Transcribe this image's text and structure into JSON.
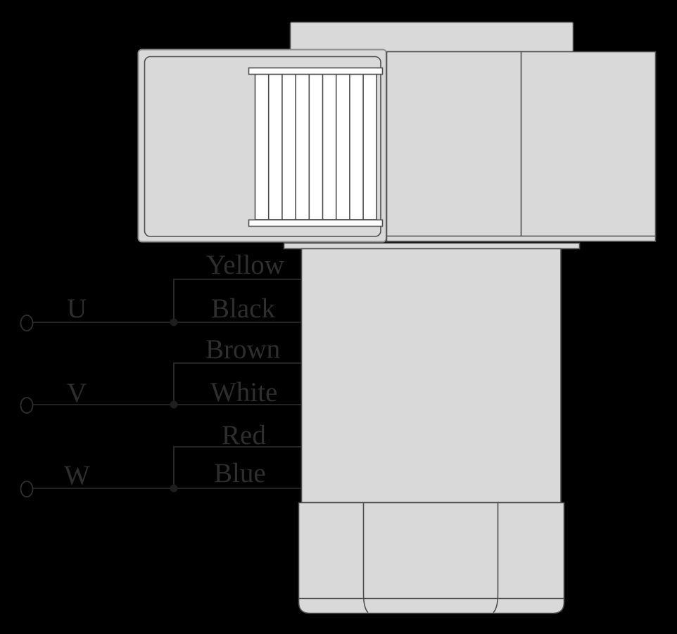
{
  "colors": {
    "background": "#000000",
    "body_fill": "#d9d9d9",
    "body_outline": "#4d4d4d",
    "outer_edge": "#8f8f8f",
    "grille_fill": "#ffffff",
    "wire_color": "#2f2f2f",
    "label_color": "#2e2e2e"
  },
  "wiring": {
    "rows": [
      {
        "terminal": "U",
        "upper_wire": "Yellow",
        "lower_wire": "Black"
      },
      {
        "terminal": "V",
        "upper_wire": "Brown",
        "lower_wire": "White"
      },
      {
        "terminal": "W",
        "upper_wire": "Red",
        "lower_wire": "Blue"
      }
    ]
  }
}
